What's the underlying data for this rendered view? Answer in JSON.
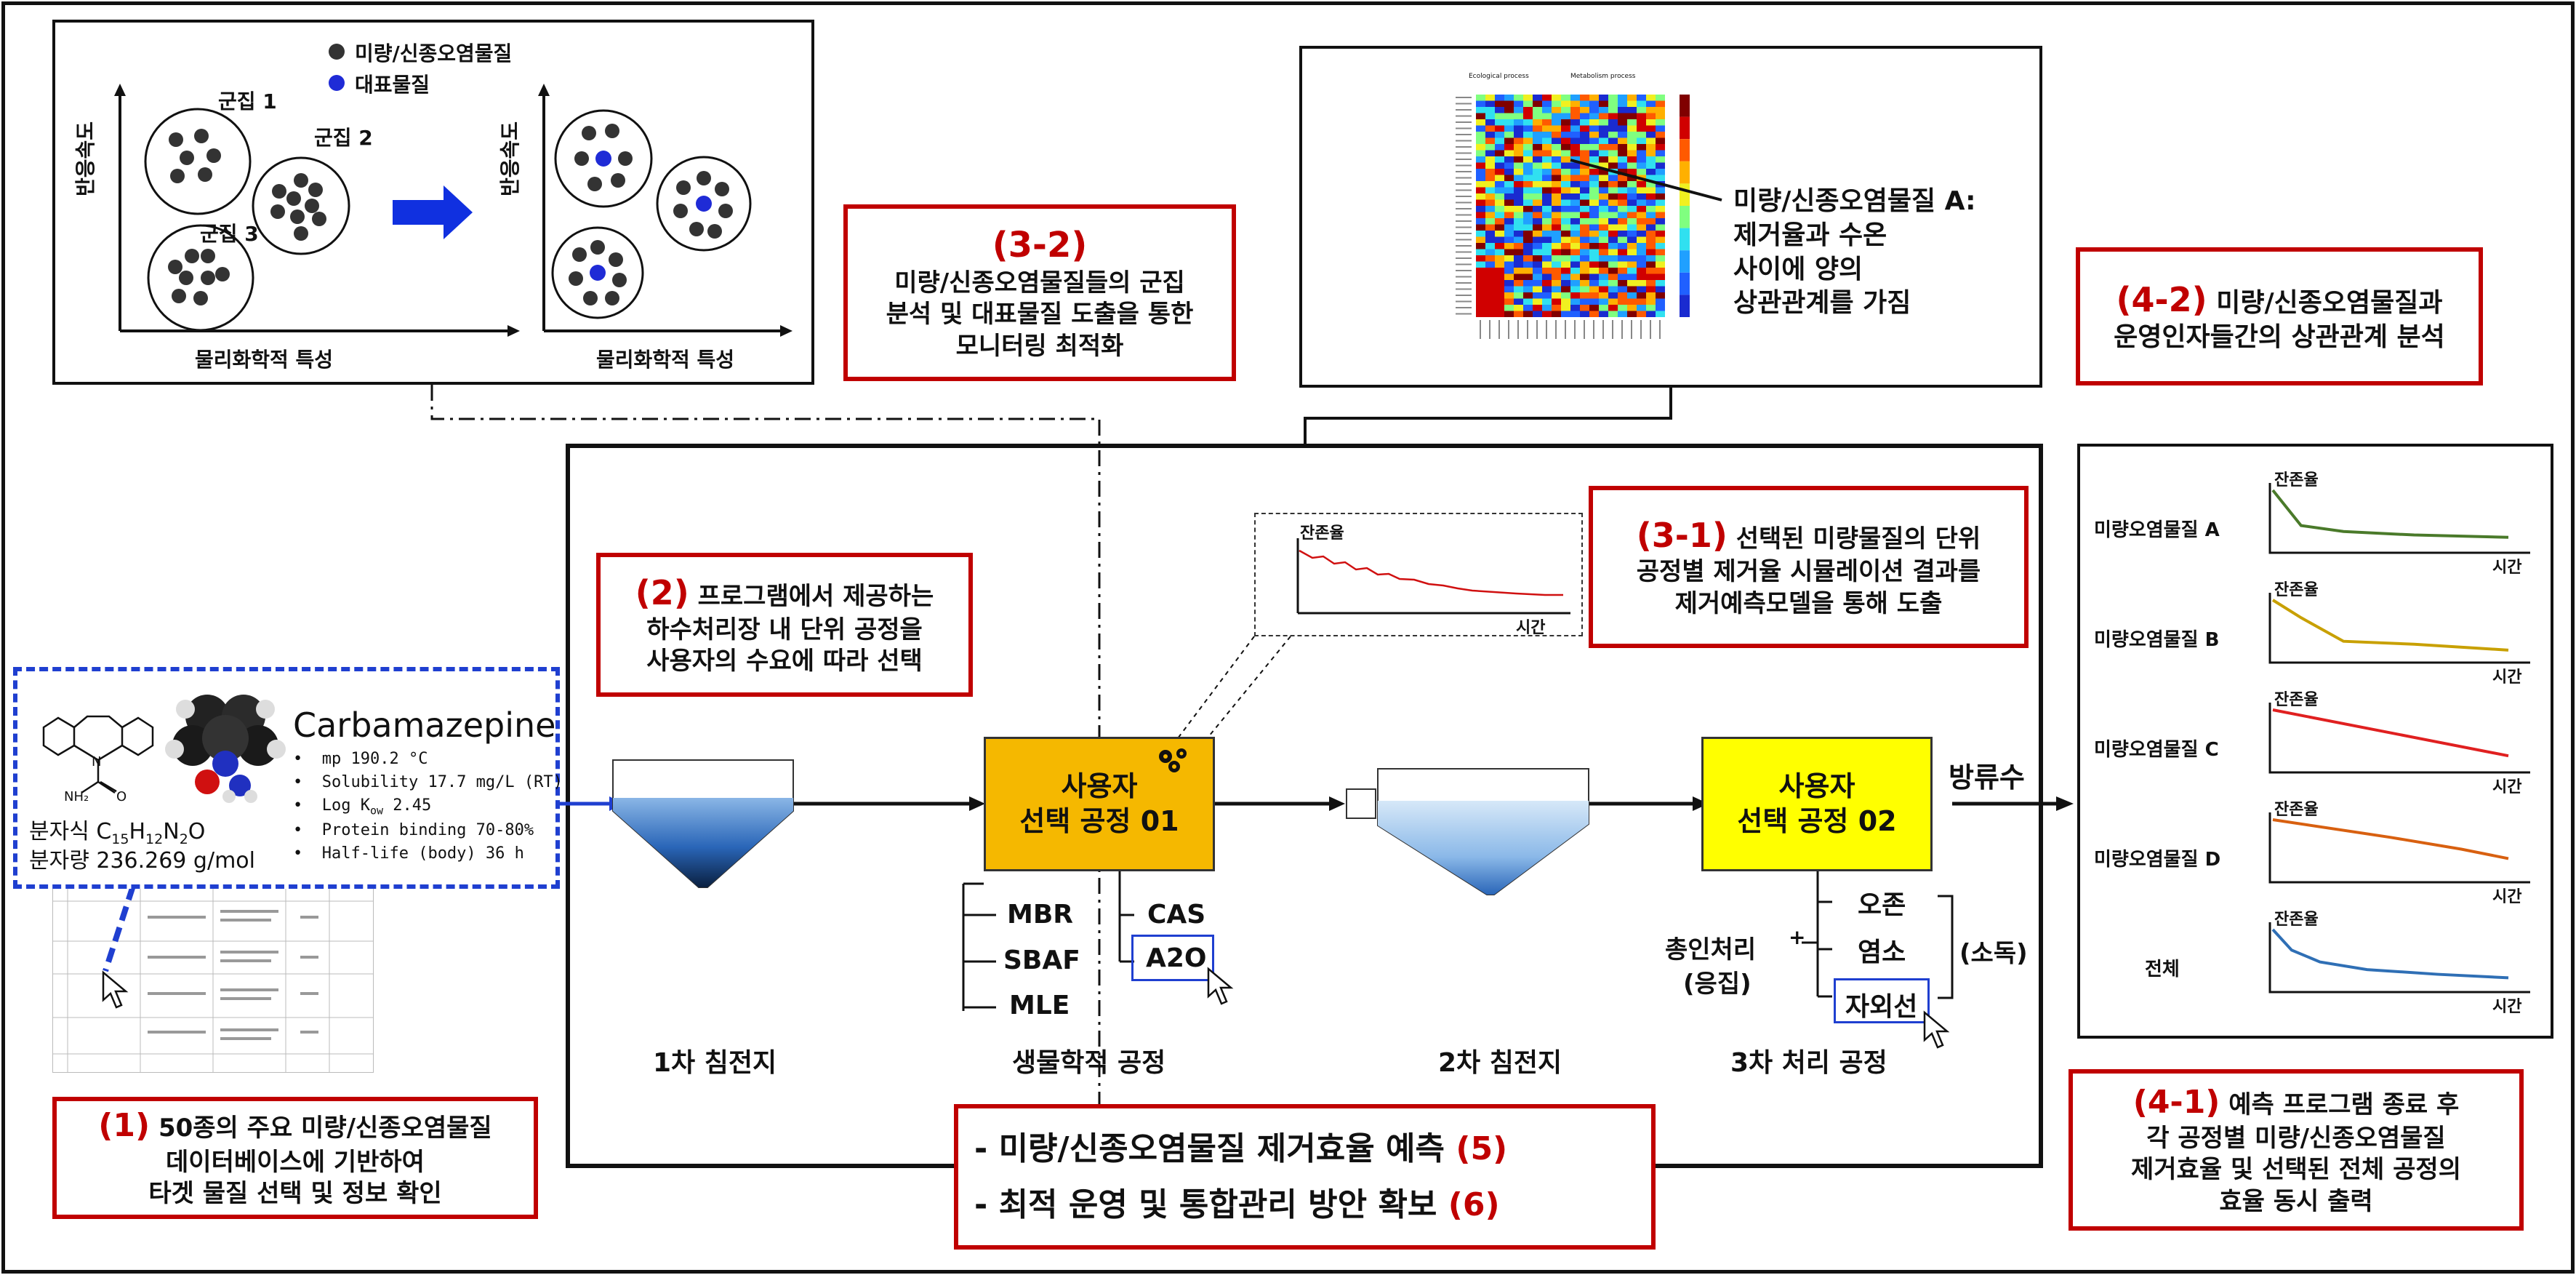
{
  "cluster_panel": {
    "legend_micro": "미량/신종오염물질",
    "legend_rep": "대표물질",
    "cluster1": "군집 1",
    "cluster2": "군집 2",
    "cluster3": "군집 3",
    "y_label": "반응속도",
    "x_label": "물리화학적 특성",
    "legend_colors": {
      "micro": "#333333",
      "rep": "#1f2bd6"
    }
  },
  "box_3_2": {
    "num": "(3-2)",
    "line1": "미량/신종오염물질들의 군집",
    "line2": "분석 및 대표물질 도출을 통한",
    "line3": "모니터링 최적화"
  },
  "heatmap_panel": {
    "header_left": "Ecological process",
    "header_right": "Metabolism process",
    "annot1": "미량/신종오염물질 A:",
    "annot2": "제거율과 수온",
    "annot3": "사이에 양의",
    "annot4": "상관관계를 가짐"
  },
  "box_4_2": {
    "num": "(4-2)",
    "line1": " 미량/신종오염물질과",
    "line2": "운영인자들간의 상관관계 분석"
  },
  "box_2": {
    "num": "(2)",
    "line1": " 프로그램에서 제공하는",
    "line2": "하수처리장 내 단위 공정을",
    "line3": "사용자의 수요에 따라 선택"
  },
  "box_3_1": {
    "num": "(3-1)",
    "line1": " 선택된 미량물질의 단위",
    "line2": "공정별 제거율 시뮬레이션 결과를",
    "line3": "제거예측모델을 통해 도출"
  },
  "inset_chart": {
    "y_label": "잔존율",
    "x_label": "시간"
  },
  "compound": {
    "name": "Carbamazepine",
    "props": [
      "mp 190.2 °C",
      "Solubility 17.7 mg/L (RT)",
      "Log K",
      "Protein binding 70-80%",
      "Half-life (body) 36 h"
    ],
    "logk_sub": "ow",
    "logk_val": " 2.45",
    "formula_label": "분자식 C",
    "formula_c": "15",
    "formula_h": "H",
    "formula_h_n": "12",
    "formula_n": "N",
    "formula_n_n": "2",
    "formula_o": "O",
    "mw_label": "분자량 236.269 g/mol",
    "nh2": "NH₂",
    "o": "O",
    "n": "N"
  },
  "process": {
    "user1_line1": "사용자",
    "user1_line2": "선택 공정 01",
    "user2_line1": "사용자",
    "user2_line2": "선택 공정 02",
    "effluent": "방류수",
    "bio_options": [
      "MBR",
      "SBAF",
      "MLE",
      "CAS",
      "A2O"
    ],
    "tertiary_options": [
      "오존",
      "염소",
      "자외선"
    ],
    "coag_line1": "총인처리",
    "coag_plus": "+",
    "coag_line2": "(응집)",
    "disinfect": "(소독)",
    "stage1": "1차 침전지",
    "stage2": "생물학적 공정",
    "stage3": "2차 침전지",
    "stage4": "3차 처리 공정"
  },
  "box_1": {
    "num": "(1)",
    "line1": " 50종의 주요 미량/신종오염물질",
    "line2": "데이터베이스에 기반하여",
    "line3": "타겟 물질 선택  및 정보 확인"
  },
  "box_5_6": {
    "line1": "- 미량/신종오염물질 제거효율 예측 ",
    "num1": "(5)",
    "line2": "- 최적 운영 및 통합관리 방안 확보 ",
    "num2": "(6)"
  },
  "right_charts": {
    "y_label": "잔존율",
    "x_label": "시간",
    "items": [
      {
        "label": "미량오염물질 A",
        "color": "#4a7a2a"
      },
      {
        "label": "미량오염물질 B",
        "color": "#c8a000"
      },
      {
        "label": "미량오염물질 C",
        "color": "#e02020"
      },
      {
        "label": "미량오염물질 D",
        "color": "#d86010"
      },
      {
        "label": "전체",
        "color": "#2f6fb5"
      }
    ]
  },
  "box_4_1": {
    "num": "(4-1)",
    "line1": " 예측 프로그램 종료 후",
    "line2": "각 공정별 미량/신종오염물질",
    "line3": "제거효율 및 선택된 전체 공정의",
    "line4": "효율 동시 출력"
  }
}
